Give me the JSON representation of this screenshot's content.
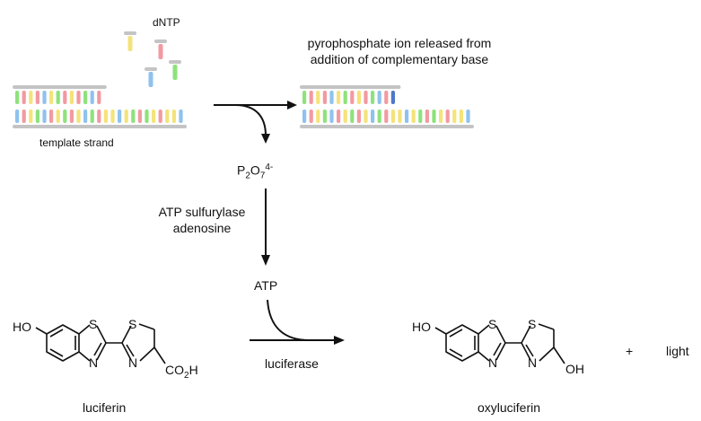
{
  "labels": {
    "dntp": "dNTP",
    "template_strand": "template strand",
    "release_line1": "pyrophosphate ion released from",
    "release_line2": "addition of complementary base",
    "ppi_p": "P",
    "ppi_sub1": "2",
    "ppi_o": "O",
    "ppi_sub2": "7",
    "ppi_charge": "4-",
    "enzyme1_line1": "ATP sulfurylase",
    "enzyme1_line2": "adenosine",
    "atp": "ATP",
    "enzyme2": "luciferase",
    "luciferin": "luciferin",
    "oxyluciferin": "oxyluciferin",
    "plus": "+",
    "light": "light"
  },
  "molecules": {
    "luciferin": {
      "ho": "HO",
      "s1": "S",
      "n1": "N",
      "s2": "S",
      "n2": "N",
      "co2h_main": "CO",
      "co2h_sub": "2",
      "co2h_end": "H"
    },
    "oxyluciferin": {
      "ho": "HO",
      "s1": "S",
      "n1": "N",
      "s2": "S",
      "n2": "N",
      "oh": "OH"
    }
  },
  "colors": {
    "strand_gray": "#c4c4c4",
    "base_green": "#8ee27c",
    "base_pink": "#f29aa1",
    "base_yellow": "#f4e37a",
    "base_blue": "#8fc2ee",
    "base_darkblue": "#4f79c9",
    "arrow": "#111111"
  },
  "dna": {
    "template_sequence": [
      "blue",
      "pink",
      "yellow",
      "green",
      "blue",
      "pink",
      "yellow",
      "green",
      "pink",
      "yellow",
      "blue",
      "green",
      "pink",
      "yellow",
      "yellow",
      "blue",
      "yellow",
      "green",
      "pink",
      "green",
      "yellow",
      "pink",
      "yellow",
      "yellow",
      "blue"
    ],
    "primer_left_sequence": [
      "green",
      "pink",
      "yellow",
      "pink",
      "blue",
      "yellow",
      "green",
      "pink",
      "yellow",
      "pink",
      "green",
      "blue",
      "pink"
    ],
    "primer_right_sequence": [
      "green",
      "pink",
      "yellow",
      "pink",
      "blue",
      "yellow",
      "green",
      "pink",
      "yellow",
      "pink",
      "green",
      "blue",
      "pink",
      "darkblue"
    ],
    "free_dntps": [
      "yellow",
      "pink",
      "blue",
      "green"
    ]
  }
}
